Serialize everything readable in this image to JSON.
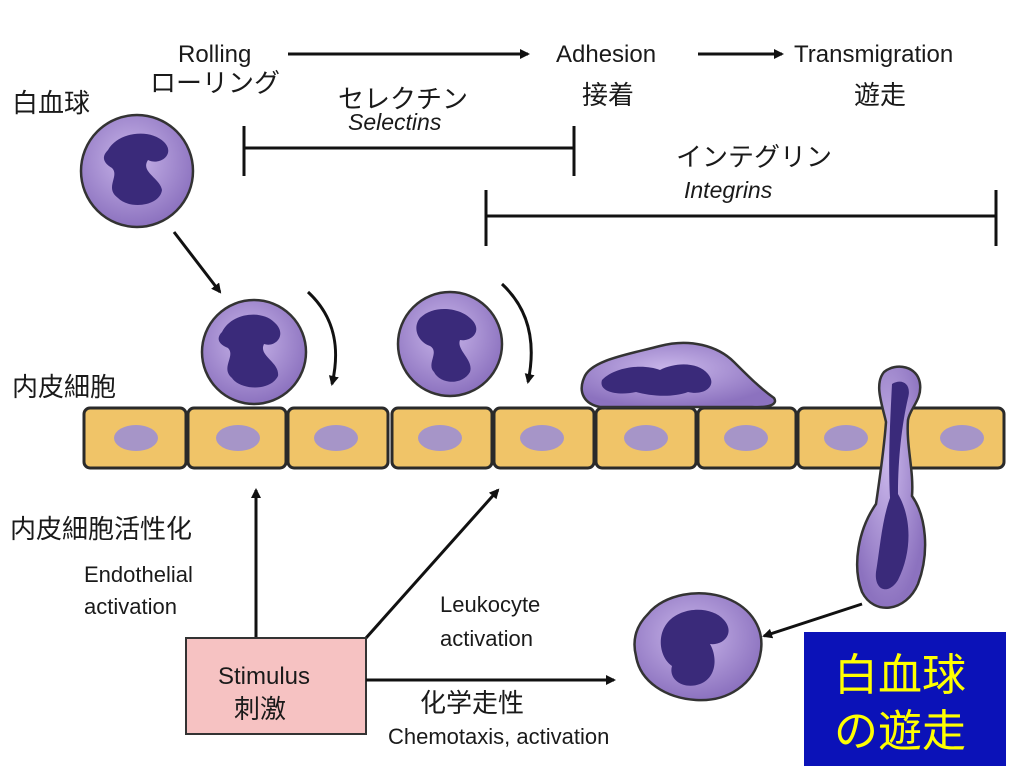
{
  "labels": {
    "rolling_en": "Rolling",
    "rolling_jp": "ローリング",
    "adhesion_en": "Adhesion",
    "adhesion_jp": "接着",
    "transmigration_en": "Transmigration",
    "transmigration_jp": "遊走",
    "leukocyte_jp": "白血球",
    "selectins_jp": "セレクチン",
    "selectins_en": "Selectins",
    "integrins_jp": "インテグリン",
    "integrins_en": "Integrins",
    "endothelium_jp": "内皮細胞",
    "endo_activation_jp": "内皮細胞活性化",
    "endo_activation_en_1": "Endothelial",
    "endo_activation_en_2": "activation",
    "leuko_activation_en_1": "Leukocyte",
    "leuko_activation_en_2": "activation",
    "stimulus_en": "Stimulus",
    "stimulus_jp": "刺激",
    "chemotaxis_jp": "化学走性",
    "chemotaxis_en": "Chemotaxis, activation",
    "title_line1": "白血球",
    "title_line2": "の遊走"
  },
  "colors": {
    "endothelial_cell": "#f0c468",
    "endothelial_border": "#2a2a2a",
    "nucleus_endo": "#a695c8",
    "leukocyte_body": "#a88fd0",
    "leukocyte_nucleus": "#3a2a7a",
    "stimulus_box": "#f6c2c2",
    "title_box": "#0b12b8",
    "title_text": "#ffff00"
  }
}
